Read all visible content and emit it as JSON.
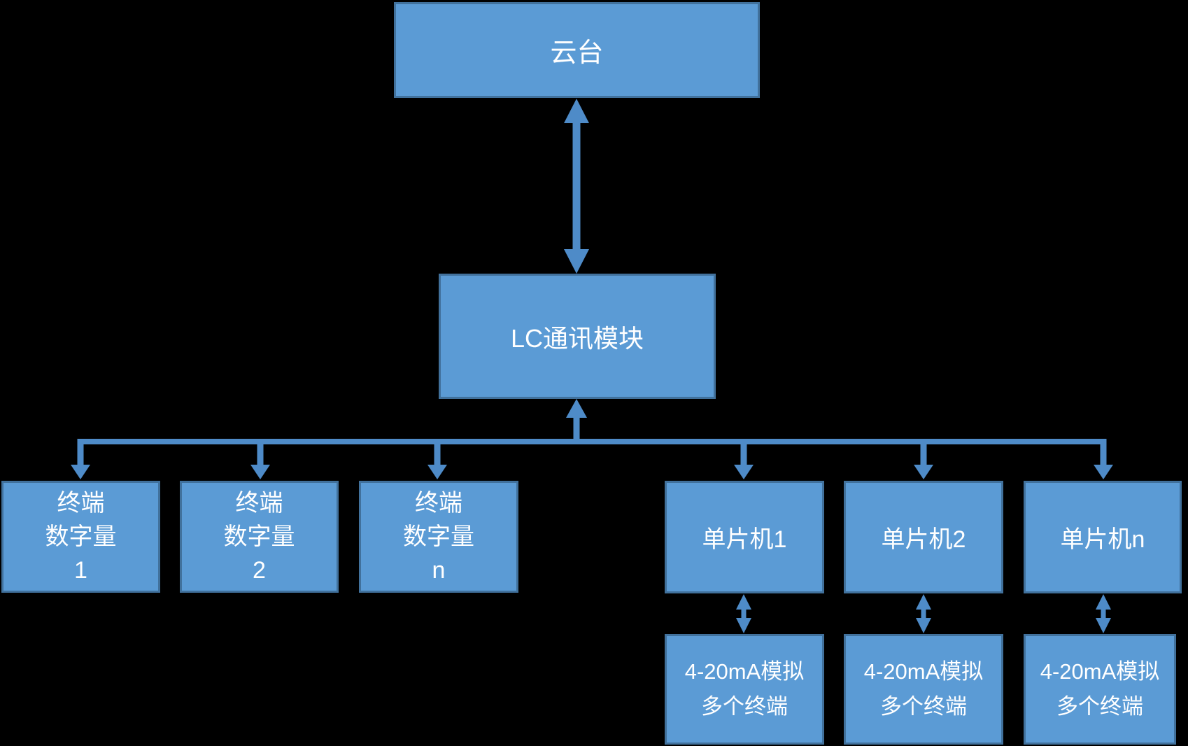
{
  "colors": {
    "background": "#000000",
    "box_fill": "#5B9BD5",
    "box_border": "#41719C",
    "connector": "#4E8BC8",
    "text": "#FFFFFF"
  },
  "nodes": {
    "cloud": {
      "label": "云台"
    },
    "lc_module": {
      "label": "LC通讯模块"
    },
    "terminals": [
      {
        "lines": [
          "终端",
          "数字量",
          "1"
        ]
      },
      {
        "lines": [
          "终端",
          "数字量",
          "2"
        ]
      },
      {
        "lines": [
          "终端",
          "数字量",
          "n"
        ]
      }
    ],
    "mcus": [
      {
        "label": "单片机1"
      },
      {
        "label": "单片机2"
      },
      {
        "label": "单片机n"
      }
    ],
    "analog_terminals": [
      {
        "lines": [
          "4-20mA模拟",
          "多个终端"
        ]
      },
      {
        "lines": [
          "4-20mA模拟",
          "多个终端"
        ]
      },
      {
        "lines": [
          "4-20mA模拟",
          "多个终端"
        ]
      }
    ]
  }
}
